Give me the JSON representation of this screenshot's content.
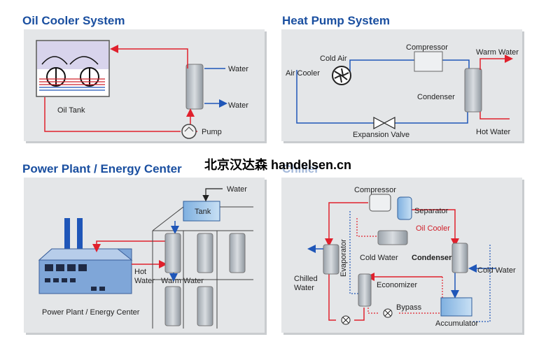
{
  "colors": {
    "hot": "#e0202c",
    "cold": "#1f56b8",
    "title": "#1a4fa0",
    "panel": "#e4e6e8"
  },
  "oil_cooler": {
    "title": "Oil Cooler System",
    "labels": {
      "water_in": "Water",
      "water_out": "Water",
      "oil_tank": "Oil Tank",
      "pump": "Pump"
    }
  },
  "heat_pump": {
    "title": "Heat Pump System",
    "labels": {
      "cold_air": "Cold Air",
      "air_cooler": "Air Cooler",
      "compressor": "Compressor",
      "warm_water": "Warm Water",
      "condenser": "Condenser",
      "expansion_valve": "Expansion Valve",
      "hot_water": "Hot Water"
    }
  },
  "power_plant": {
    "title": "Power Plant / Energy Center",
    "labels": {
      "water": "Water",
      "tank": "Tank",
      "hot_water": "Hot\nWater",
      "warm_water": "Warm Water",
      "plant": "Power Plant / Energy Center"
    }
  },
  "chiller": {
    "title": "Chiller",
    "labels": {
      "compressor": "Compressor",
      "separator": "Separator",
      "oil_cooler": "Oil Cooler",
      "cold_water_left": "Cold Water",
      "condenser": "Condenser",
      "cold_water_right": "Cold Water",
      "evaporator": "Evaporator",
      "chilled_water": "Chilled\nWater",
      "economizer": "Economizer",
      "bypass": "Bypass",
      "accumulator": "Accumulator"
    }
  },
  "watermark": "北京汉达森 handelsen.cn"
}
